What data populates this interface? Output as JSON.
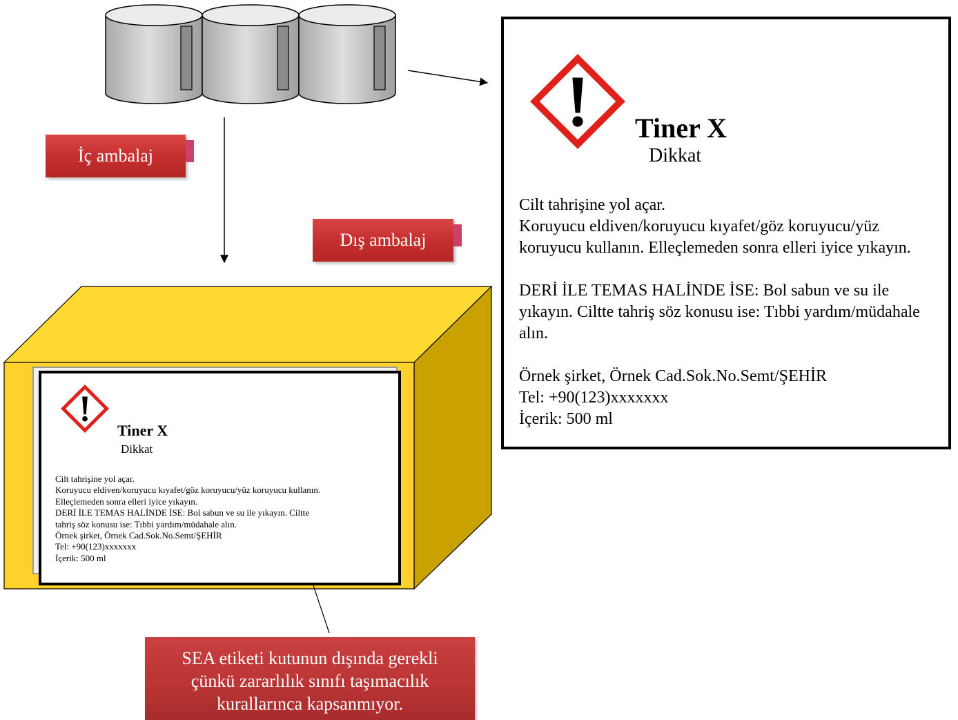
{
  "big_label": {
    "product_name": "Tiner X",
    "signal_word": "Dikkat",
    "hazard_statement": "Cilt tahrişine yol açar.",
    "prevention": "Koruyucu eldiven/koruyucu kıyafet/göz koruyucu/yüz koruyucu kullanın. Elleçlemeden sonra elleri iyice yıkayın.",
    "response": "DERİ İLE TEMAS HALİNDE İSE: Bol sabun ve su ile yıkayın. Ciltte tahriş söz konusu ise: Tıbbi yardım/müdahale alın.",
    "supplier": "Örnek şirket, Örnek Cad.Sok.No.Semt/ŞEHİR",
    "phone": "Tel: +90(123)xxxxxxx",
    "contents": "İçerik: 500 ml"
  },
  "small_label": {
    "product_name": "Tiner X",
    "signal_word": "Dikkat",
    "line_1": "Cilt tahrişine yol açar.",
    "line_2": "Koruyucu eldiven/koruyucu kıyafet/göz koruyucu/yüz koruyucu kullanın.",
    "line_3": "Elleçlemeden sonra elleri iyice yıkayın.",
    "line_4": "DERİ İLE TEMAS HALİNDE İSE: Bol sabun ve su ile yıkayın. Ciltte",
    "line_5": "tahriş söz konusu ise: Tıbbi yardım/müdahale alın.",
    "line_6": "Örnek şirket, Örnek Cad.Sok.No.Semt/ŞEHİR",
    "line_7": "Tel: +90(123)xxxxxxx",
    "line_8": "İçerik: 500 ml"
  },
  "tags": {
    "inner_packaging": "İç ambalaj",
    "outer_packaging": "Dış ambalaj"
  },
  "note": {
    "line_1": "SEA etiketi kutunun dışında gerekli",
    "line_2": "çünkü zararlılık sınıfı taşımacılık",
    "line_3": "kurallarınca kapsanmıyor."
  },
  "colors": {
    "ghs_red": "#e0201b",
    "box_front": "#fed22a",
    "box_top": "#ffd932",
    "box_side": "#c9a100",
    "tag_red": "#c83232",
    "can_gray": "#c9c9c9"
  },
  "icons": {
    "ghs_pictogram": "exclamation-mark-diamond-icon",
    "can": "cylinder-can-icon"
  }
}
